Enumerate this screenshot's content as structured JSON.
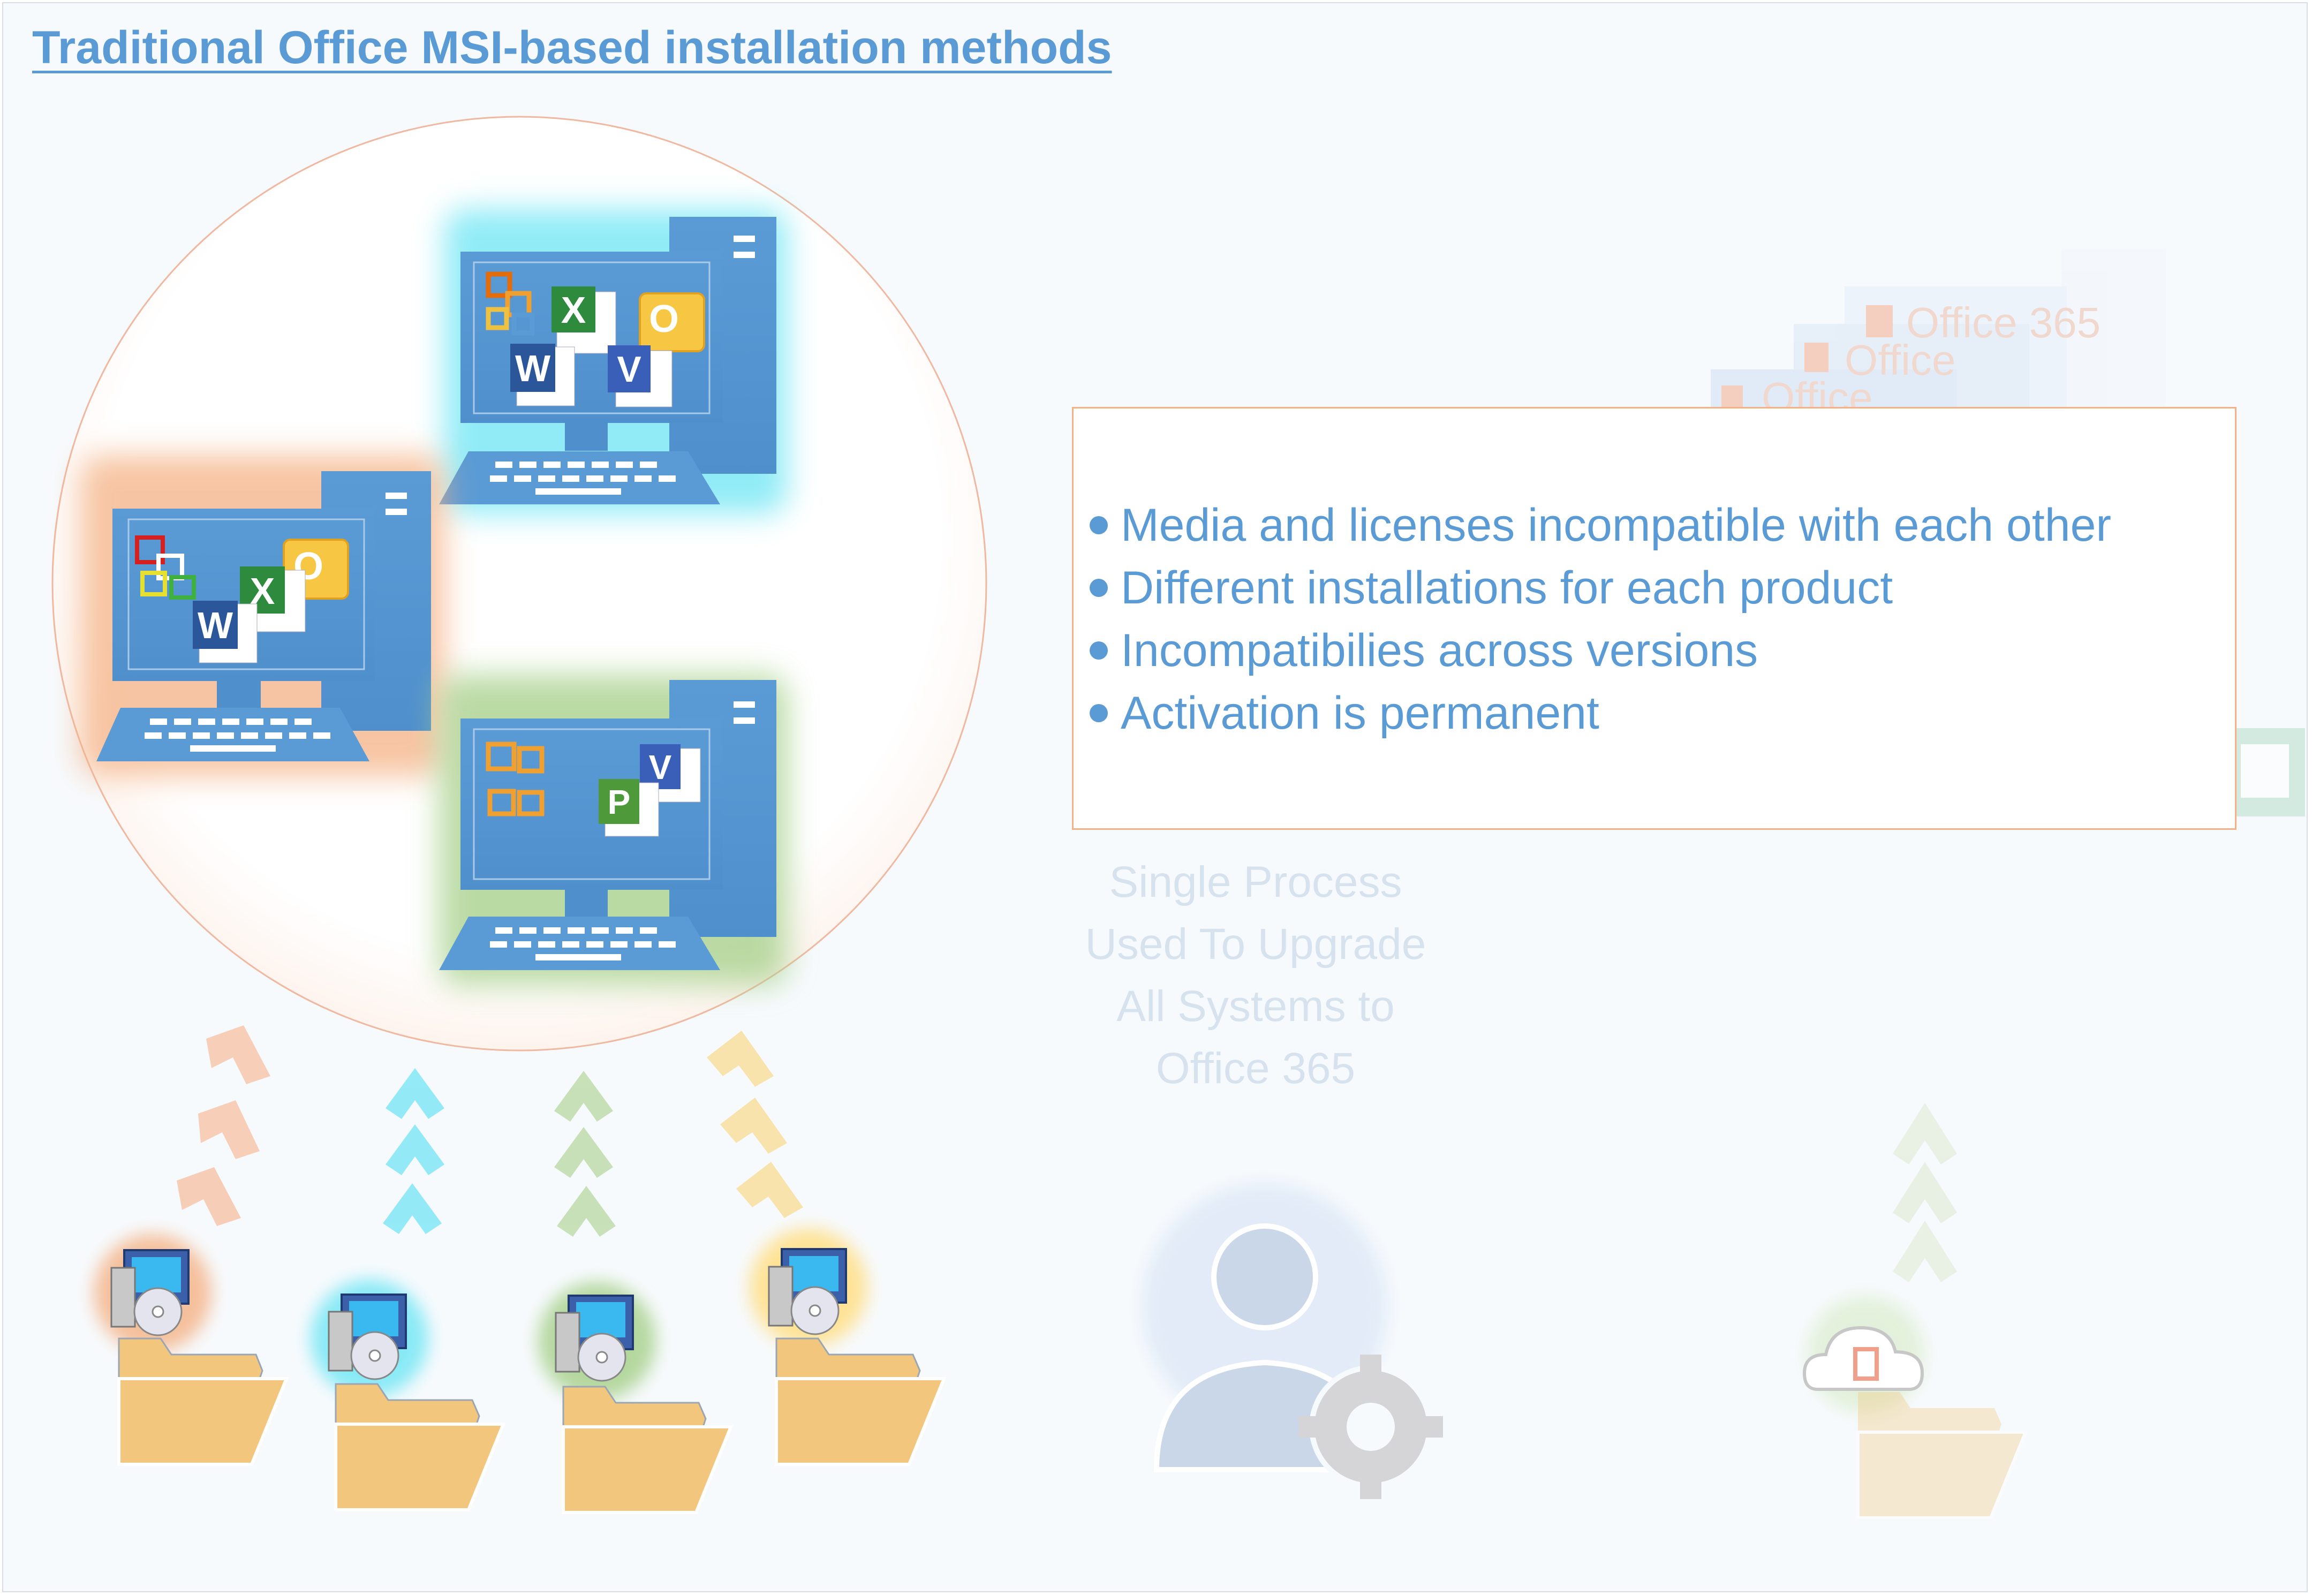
{
  "title": "Traditional Office MSI-based installation methods",
  "bullets": [
    "Media and licenses incompatible with each other",
    "Different installations for each product",
    "Incompatibilies across versions",
    "Activation is permanent"
  ],
  "faded_caption": [
    "Single Process",
    "Used To Upgrade",
    "All Systems to",
    "Office 365"
  ],
  "faded_tiles": [
    "Office 365",
    "Office",
    "Office"
  ],
  "icons": {
    "computers": [
      "monitor-icon",
      "monitor-icon",
      "monitor-icon"
    ],
    "app_letters": [
      "X",
      "O",
      "W",
      "V",
      "W",
      "X",
      "P",
      "V"
    ],
    "installers": [
      "installer-icon",
      "installer-icon",
      "installer-icon",
      "installer-icon"
    ],
    "folders": [
      "folder-icon",
      "folder-icon",
      "folder-icon",
      "folder-icon",
      "folder-icon"
    ],
    "admin": "user-gear-icon",
    "cloud": "cloud-office-icon"
  },
  "colors": {
    "accent_blue": "#5b9bd5",
    "computer_blue": "#5b9bd5",
    "folder_tan": "#f2c77d",
    "glow_orange": "#f4b183",
    "glow_cyan": "#7de8f5",
    "glow_green": "#a9d18e",
    "glow_yellow": "#ffe08a"
  }
}
